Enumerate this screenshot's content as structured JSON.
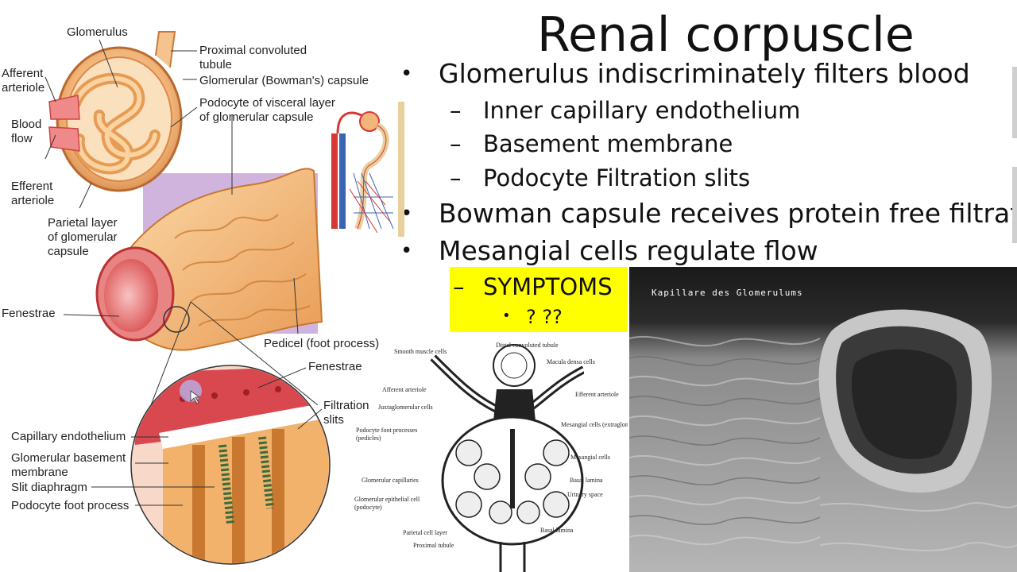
{
  "slide": {
    "title": "Renal corpuscle",
    "bullets": [
      {
        "text": "Glomerulus indiscriminately filters blood"
      },
      {
        "text": "Bowman capsule receives protein free filtrate"
      },
      {
        "text": "Mesangial cells regulate flow"
      }
    ],
    "subbullets": [
      "Inner capillary endothelium",
      "Basement membrane",
      "Podocyte Filtration slits"
    ],
    "symptoms": {
      "label": "SYMPTOMS",
      "placeholder": "? ??"
    },
    "bullet_char": "•",
    "dash_char": "–"
  },
  "diagram_top_labels": {
    "glomerulus": "Glomerulus",
    "pct1": "Proximal convoluted",
    "pct2": "tubule",
    "bowman": "Glomerular (Bowman's) capsule",
    "afferent1": "Afferent",
    "afferent2": "arteriole",
    "podocyte1": "Podocyte of visceral layer",
    "podocyte2": "of glomerular capsule",
    "blood1": "Blood",
    "blood2": "flow",
    "efferent1": "Efferent",
    "efferent2": "arteriole",
    "parietal1": "Parietal layer",
    "parietal2": "of glomerular",
    "parietal3": "capsule",
    "fenestrae": "Fenestrae",
    "pedicel": "Pedicel (foot process)"
  },
  "diagram_bottom_labels": {
    "fenestrae": "Fenestrae",
    "filtration1": "Filtration",
    "filtration2": "slits",
    "cap_endo": "Capillary endothelium",
    "gbm1": "Glomerular basement",
    "gbm2": "membrane",
    "slit": "Slit diaphragm",
    "foot": "Podocyte foot process"
  },
  "histology_labels": {
    "smooth": "Smooth muscle cells",
    "dct": "Distal convoluted tubule",
    "macula": "Macula densa cells",
    "afferent": "Afferent arteriole",
    "efferent": "Efferent arteriole",
    "jg": "Juxtaglomerular cells",
    "mes_extra": "Mesangial cells (extraglomerular)",
    "pod1": "Podocyte foot processes",
    "pod2": "(pedicles)",
    "mes": "Mesangial cells",
    "caps": "Glomerular capillaries",
    "basal1": "Basal lamina",
    "epi1": "Glomerular epithelial cell",
    "epi2": "(podocyte)",
    "urinary": "Urinary space",
    "parietal": "Parietal cell layer",
    "basal2": "Basal lamina",
    "proximal": "Proximal tubule"
  },
  "micrograph": {
    "caption": "Kapillare des Glomerulums"
  },
  "colors": {
    "highlight": "#ffff00",
    "tissue_light": "#f6c48a",
    "tissue_mid": "#eda55c",
    "tissue_dark": "#c86f2c",
    "vessel_red": "#d93636",
    "vessel_pink": "#f08a8a",
    "lilac": "#c9a7d8",
    "vein_blue": "#3c64b4",
    "sem_gray": "#8a8a8a"
  }
}
